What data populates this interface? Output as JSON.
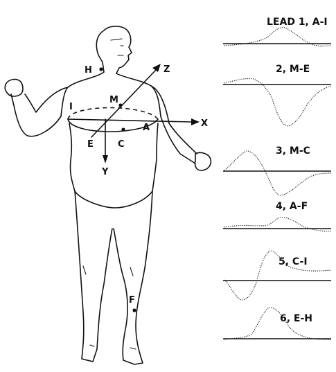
{
  "figure": {
    "axes": {
      "x": "X",
      "y": "Y",
      "z": "Z"
    },
    "points": {
      "H": "H",
      "M": "M",
      "I": "I",
      "A": "A",
      "E": "E",
      "C": "C",
      "F": "F"
    },
    "leads": [
      {
        "label": "LEAD 1, A-I"
      },
      {
        "label": "2, M-E"
      },
      {
        "label": "3, M-C"
      },
      {
        "label": "4, A-F"
      },
      {
        "label": "5, C-I"
      },
      {
        "label": "6, E-H"
      }
    ]
  }
}
